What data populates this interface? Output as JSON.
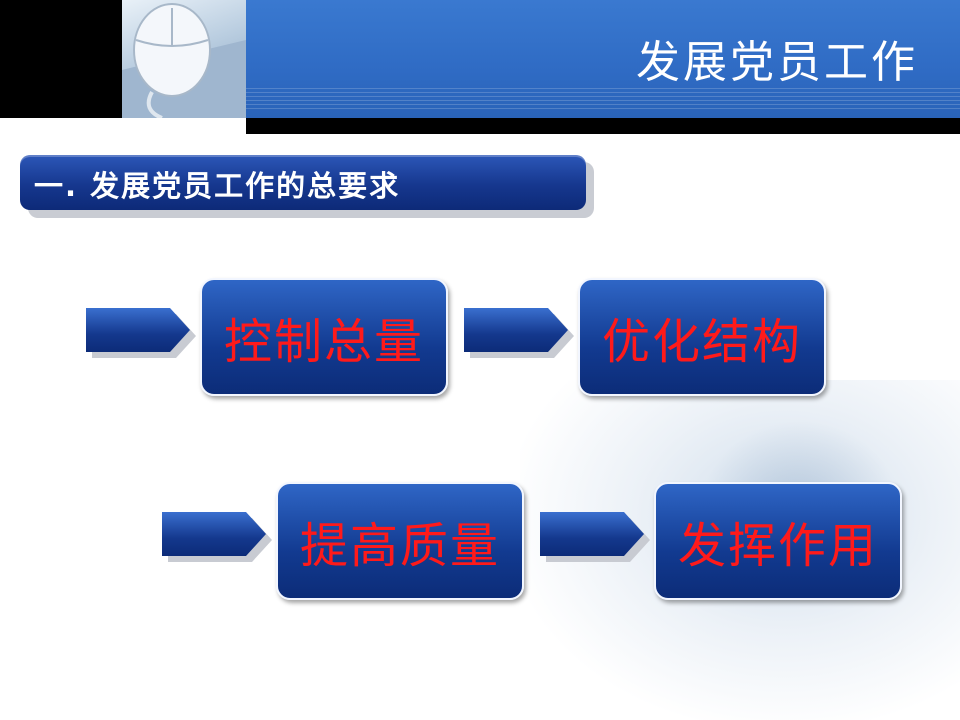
{
  "header": {
    "title": "发展党员工作"
  },
  "section": {
    "heading": "一.  发展党员工作的总要求"
  },
  "requirements": [
    {
      "label": "控制总量"
    },
    {
      "label": "优化结构"
    },
    {
      "label": "提高质量"
    },
    {
      "label": "发挥作用"
    }
  ],
  "colors": {
    "header_blue": "#2f6bc4",
    "box_blue": "#123a90",
    "label_red": "#ff1a1a"
  }
}
